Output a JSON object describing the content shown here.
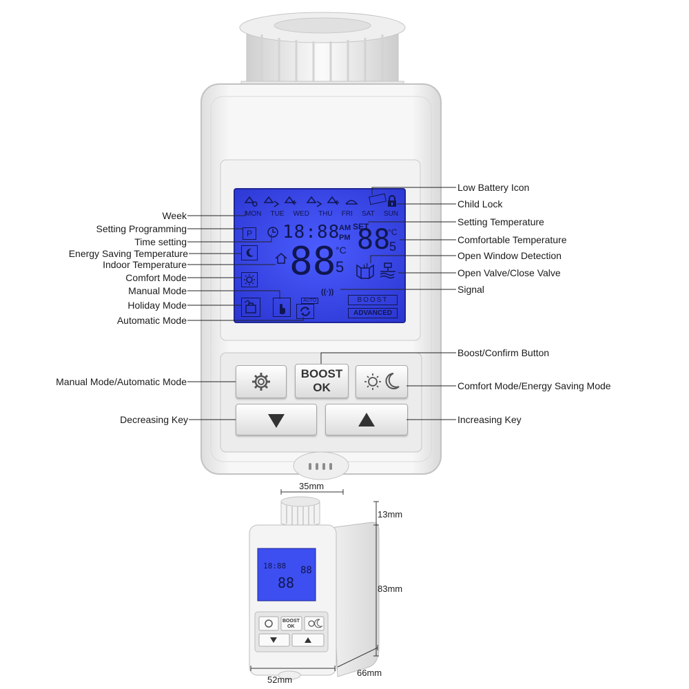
{
  "labels_left": {
    "week": "Week",
    "setting_programming": "Setting Programming",
    "time_setting": "Time setting",
    "energy_saving_temperature": "Energy Saving Temperature",
    "indoor_temperature": "Indoor Temperature",
    "comfort_mode": "Comfort Mode",
    "manual_mode": "Manual Mode",
    "holiday_mode": "Holiday Mode",
    "automatic_mode": "Automatic Mode",
    "manual_auto_mode": "Manual Mode/Automatic Mode",
    "decreasing_key": "Decreasing Key"
  },
  "labels_right": {
    "low_battery_icon": "Low Battery Icon",
    "child_lock": "Child Lock",
    "setting_temperature": "Setting Temperature",
    "comfortable_temperature": "Comfortable Temperature",
    "open_window_detection": "Open Window Detection",
    "open_close_valve": "Open Valve/Close Valve",
    "signal": "Signal",
    "boost_confirm_button": "Boost/Confirm Button",
    "comfort_energy_mode": "Comfort Mode/Energy Saving Mode",
    "increasing_key": "Increasing Key"
  },
  "lcd": {
    "days": [
      "MON",
      "TUE",
      "WED",
      "THU",
      "FRI",
      "SAT",
      "SUN"
    ],
    "program_letter": "P",
    "time_digits": "18:88",
    "am": "AM",
    "pm": "PM",
    "set_label": "SET",
    "set_temp_main": "88",
    "set_temp_dec": "5",
    "celsius": "°C",
    "indoor_temp_main": "88",
    "indoor_temp_dec": "5",
    "auto_label": "AUTO",
    "boost_label": "BOOST",
    "advanced_label": "ADVANCED",
    "signal_glyph": "((·))"
  },
  "buttons": {
    "boost_line1": "BOOST",
    "boost_line2": "OK"
  },
  "dimensions": {
    "width_top": "35mm",
    "height_top": "13mm",
    "height_body": "83mm",
    "width_front": "52mm",
    "depth": "66mm"
  },
  "small_device": {
    "time_digits": "18:88",
    "set_temp": "88",
    "indoor_temp": "88",
    "boost_line1": "BOOST",
    "boost_line2": "OK"
  },
  "colors": {
    "lcd_blue": "#3b4ef0",
    "lcd_dark": "#141a5e",
    "body_white": "#f4f4f4",
    "outline_gray": "#b9b9b9"
  }
}
